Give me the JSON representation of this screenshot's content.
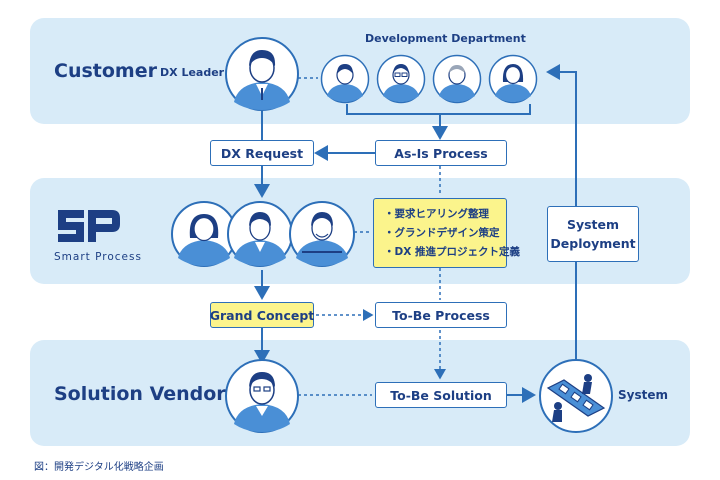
{
  "bands": {
    "customer": {
      "title": "Customer",
      "leader_label": "DX Leader",
      "department_label": "Development Department"
    },
    "smart_process": {
      "logo_text": "Smart Process"
    },
    "vendor": {
      "title": "Solution Vendor",
      "system_label": "System"
    }
  },
  "boxes": {
    "dx_request": "DX Request",
    "as_is_process": "As-Is Process",
    "grand_concept": "Grand Concept",
    "to_be_process": "To-Be Process",
    "to_be_solution": "To-Be Solution",
    "system_deployment_line1": "System",
    "system_deployment_line2": "Deployment"
  },
  "note": {
    "items": [
      "・要求ヒアリング整理",
      "・グランドデザイン策定",
      "・DX 推進プロジェクト定義"
    ]
  },
  "caption": "図：開発デジタル化戦略企画",
  "colors": {
    "band": "#d8ebf8",
    "accent": "#2d6fb8",
    "highlight": "#fbf48c",
    "text": "#1d3f84"
  }
}
